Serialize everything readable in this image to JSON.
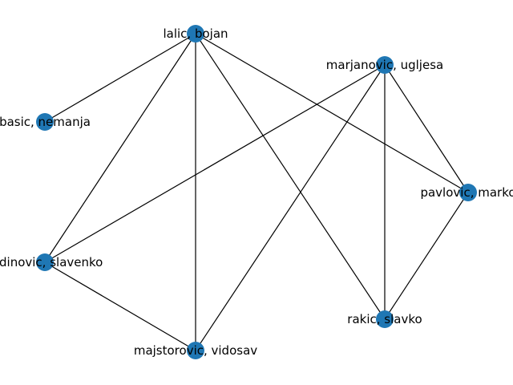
{
  "graph": {
    "node_color": "#1f77b4",
    "edge_color": "#000000",
    "nodes": [
      {
        "id": "lalic",
        "label": "lalic, bojan"
      },
      {
        "id": "marjanovic",
        "label": "marjanovic, ugljesa"
      },
      {
        "id": "basic",
        "label": "basic, nemanja"
      },
      {
        "id": "pavlovic",
        "label": "pavlovic, marko"
      },
      {
        "id": "radinovic",
        "label": "radinovic, slavenko"
      },
      {
        "id": "rakic",
        "label": "rakic, slavko"
      },
      {
        "id": "majstorovic",
        "label": "majstorovic, vidosav"
      }
    ],
    "edges": [
      {
        "source": "lalic",
        "target": "basic"
      },
      {
        "source": "lalic",
        "target": "radinovic"
      },
      {
        "source": "lalic",
        "target": "majstorovic"
      },
      {
        "source": "lalic",
        "target": "rakic"
      },
      {
        "source": "lalic",
        "target": "pavlovic"
      },
      {
        "source": "marjanovic",
        "target": "radinovic"
      },
      {
        "source": "marjanovic",
        "target": "majstorovic"
      },
      {
        "source": "marjanovic",
        "target": "rakic"
      },
      {
        "source": "marjanovic",
        "target": "pavlovic"
      },
      {
        "source": "pavlovic",
        "target": "rakic"
      },
      {
        "source": "radinovic",
        "target": "majstorovic"
      }
    ]
  }
}
